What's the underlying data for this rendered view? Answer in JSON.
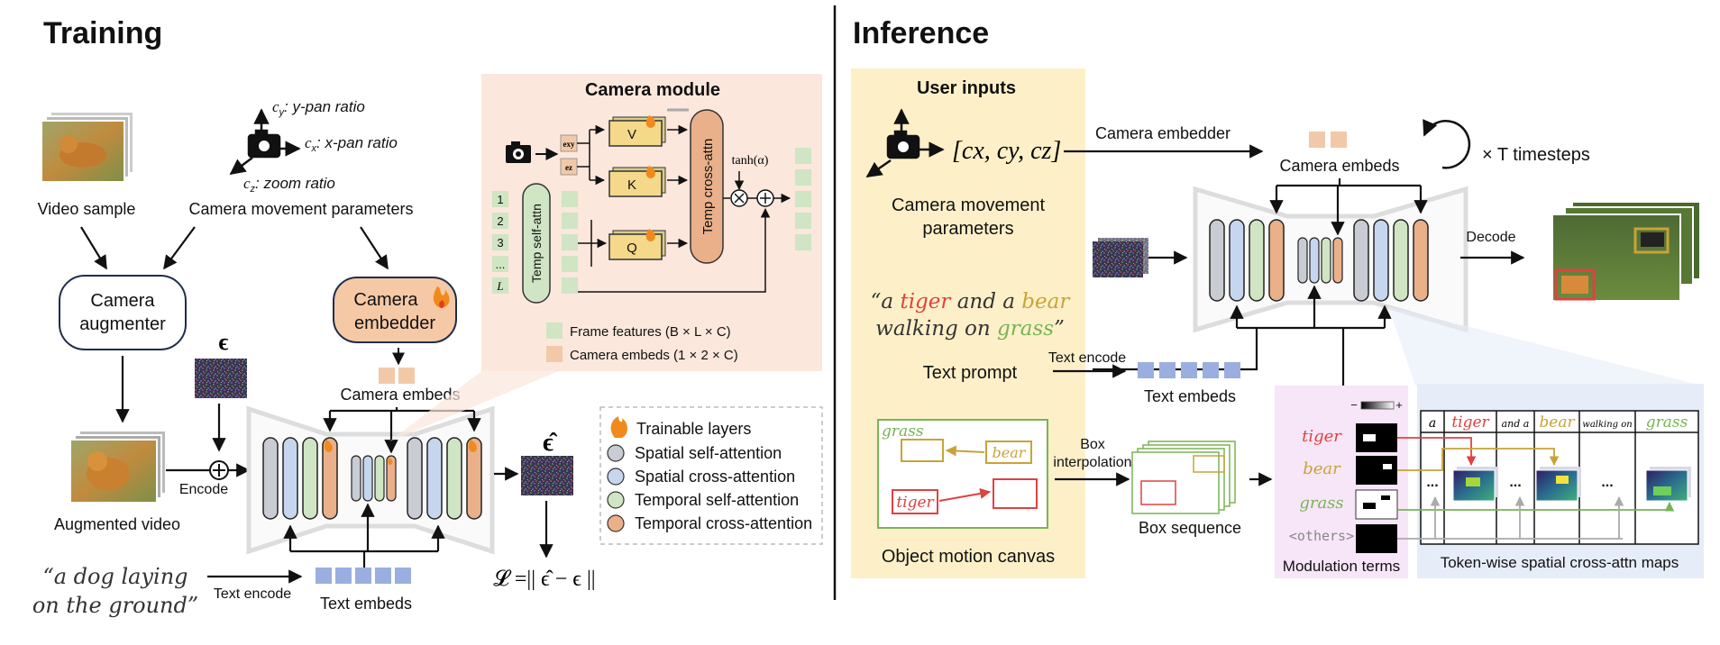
{
  "colors": {
    "training_title": "#e2894a",
    "inference_title": "#6b9bd1",
    "camera_module_bg": "#fbe7dc",
    "user_inputs_bg": "#fdf0c8",
    "modulation_bg": "#f7e6f7",
    "token_maps_bg": "#e6edf8",
    "spatial_self": "#c9ccd2",
    "spatial_cross": "#c6d6ee",
    "temporal_self": "#cfe5c3",
    "temporal_cross": "#eab08a",
    "frame_feature": "#cfe5c3",
    "camera_embed": "#f2c9a8",
    "text_embed": "#9aaee0",
    "word_tiger": "#e04141",
    "word_bear": "#c9a338",
    "word_grass": "#79b356"
  },
  "training": {
    "title": "Training",
    "video_sample": "Video sample",
    "camera_params_label": "Camera movement parameters",
    "cy_sym": "c",
    "cy_sub": "y",
    "cy_text": ": y-pan ratio",
    "cx_sym": "c",
    "cx_sub": "x",
    "cx_text": ": x-pan ratio",
    "cz_sym": "c",
    "cz_sub": "z",
    "cz_text": ": zoom ratio",
    "augmenter_line1": "Camera",
    "augmenter_line2": "augmenter",
    "embedder_line1": "Camera",
    "embedder_line2": "embedder",
    "epsilon": "ϵ",
    "epsilon_hat": "ϵ̂",
    "augmented_video": "Augmented video",
    "encode": "Encode",
    "camera_embeds": "Camera embeds",
    "prompt_line1": "“a dog laying",
    "prompt_line2": "on the ground”",
    "text_encode": "Text encode",
    "text_embeds": "Text embeds",
    "loss": "𝓛 =|| ϵ̂ − ϵ ||"
  },
  "camera_module": {
    "title": "Camera module",
    "v": "V",
    "k": "K",
    "q": "Q",
    "exy": "exy",
    "ez": "ez",
    "temp_self_attn": "Temp self-attn",
    "temp_cross_attn": "Temp cross-attn",
    "tanh": "tanh(α)",
    "frame_indices": [
      "1",
      "2",
      "3",
      "...",
      "L"
    ],
    "legend_frame": "Frame features (B × L × C)",
    "legend_camera": "Camera embeds (1 × 2 × C)"
  },
  "legend": {
    "trainable": "Trainable layers",
    "spatial_self": "Spatial self-attention",
    "spatial_cross": "Spatial cross-attention",
    "temporal_self": "Temporal self-attention",
    "temporal_cross": "Temporal cross-attention"
  },
  "inference": {
    "title": "Inference",
    "user_inputs": "User inputs",
    "camera_tuple": "[cx, cy, cz]",
    "camera_params_line1": "Camera movement",
    "camera_params_line2": "parameters",
    "camera_embedder": "Camera embedder",
    "camera_embeds": "Camera embeds",
    "timesteps": "× T timesteps",
    "decode": "Decode",
    "prompt_a": "“a ",
    "prompt_tiger": "tiger",
    "prompt_and": " and a ",
    "prompt_bear": "bear",
    "prompt_walking": "walking on ",
    "prompt_grass": "grass",
    "prompt_close": "”",
    "text_prompt": "Text prompt",
    "text_encode": "Text encode",
    "text_embeds": "Text embeds",
    "canvas_grass": "grass",
    "canvas_bear": "bear",
    "canvas_tiger": "tiger",
    "object_motion_canvas": "Object motion canvas",
    "box_interp_line1": "Box",
    "box_interp_line2": "interpolation",
    "box_sequence": "Box sequence",
    "mod_tiger": "tiger",
    "mod_bear": "bear",
    "mod_grass": "grass",
    "mod_others": "<others>",
    "modulation_terms": "Modulation terms",
    "scale_minus": "−",
    "scale_plus": "+",
    "tokens": [
      "a",
      "tiger",
      "and a",
      "bear",
      "walking on",
      "grass"
    ],
    "ellipsis": "...",
    "token_maps": "Token-wise spatial cross-attn maps"
  }
}
